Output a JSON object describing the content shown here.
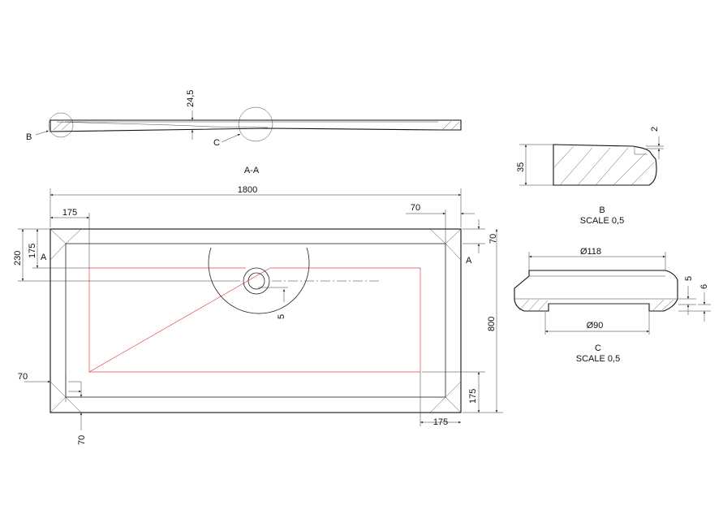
{
  "section_label": "A-A",
  "detail_b": {
    "marker": "B",
    "title": "B",
    "scale": "SCALE 0,5"
  },
  "detail_c": {
    "marker": "C",
    "title": "C",
    "scale": "SCALE 0,5"
  },
  "section_mark": "A",
  "dims": {
    "thickness": "24,5",
    "length": "1800",
    "width": "800",
    "offset_175": "175",
    "offset_70": "70",
    "drain_y": "230",
    "drain_offset": "5",
    "b_height": "35",
    "b_lip": "2",
    "c_outer_dia": "Ø118",
    "c_inner_dia": "Ø90",
    "c_h1": "5",
    "c_h2": "6"
  }
}
